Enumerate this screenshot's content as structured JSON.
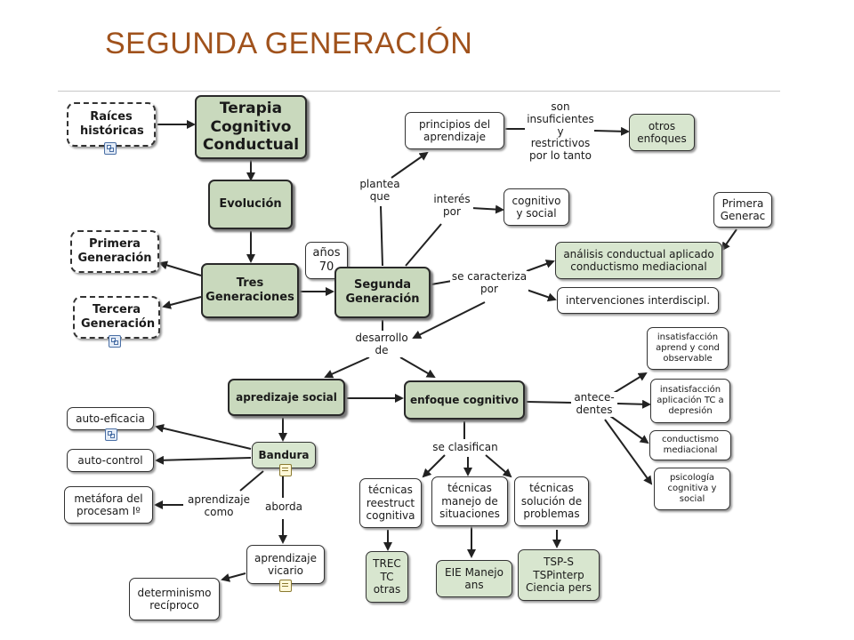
{
  "title": "SEGUNDA GENERACIÓN",
  "colors": {
    "title": "#a0521c",
    "node_green": "#d8e6cf",
    "node_main": "#c9d9bd",
    "line": "#222222"
  },
  "nodes": {
    "terapia": "Terapia Cognitivo Conductual",
    "raices": "Raíces históricas",
    "evolucion": "Evolución",
    "primera_gen": "Primera Generación",
    "tres_gen": "Tres Generaciones",
    "tercera_gen": "Tercera Generación",
    "anios70": "años 70",
    "segunda_gen": "Segunda Generación",
    "principios": "principios del aprendizaje",
    "otros_enfoques": "otros enfoques",
    "cognitivo_social": "cognitivo y social",
    "primera_generac": "Primera Generac",
    "analisis": "análisis conductual aplicado conductismo mediacional",
    "intervenciones": "intervenciones interdiscipl.",
    "aprendizaje_social": "apredizaje social",
    "enfoque_cognitivo": "enfoque cognitivo",
    "insat1": "insatisfacción aprend y cond observable",
    "insat2": "insatisfacción aplicación TC a depresión",
    "conductismo_med": "conductismo mediacional",
    "psicologia": "psicología cognitiva y social",
    "autoeficacia": "auto-eficacia",
    "autocontrol": "auto-control",
    "bandura": "Bandura",
    "metafora": "metáfora del procesam Iº",
    "tec_reestruct": "técnicas reestruct cognitiva",
    "tec_manejo": "técnicas manejo de situaciones",
    "tec_solucion": "técnicas solución de problemas",
    "aprendizaje_vicario": "aprendizaje vicario",
    "determinismo": "determinismo recíproco",
    "trec": "TREC TC otras",
    "eie": "EIE Manejo ans",
    "tsp": "TSP-S TSPinterp Ciencia pers"
  },
  "link_labels": {
    "plantea": "plantea que",
    "son_insuf": "son insuficientes y restrictivos por lo tanto",
    "interes": "interés por",
    "se_caracteriza": "se caracteriza por",
    "desarrollo": "desarrollo de",
    "antecedentes": "antece- dentes",
    "se_clasifican": "se clasifican",
    "aprendizaje_como": "aprendizaje como",
    "aborda": "aborda"
  },
  "icons": {
    "map": "concept-map-link-icon",
    "doc": "document-link-icon"
  }
}
